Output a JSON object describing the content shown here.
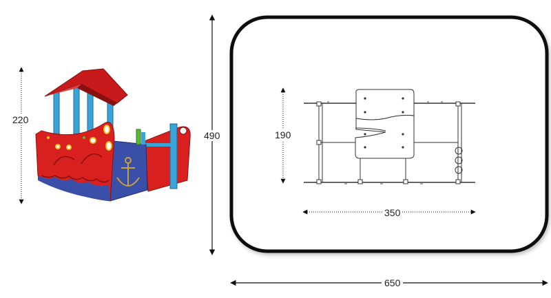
{
  "dimensions": {
    "height_product": "220",
    "overall_depth": "490",
    "plan_depth": "190",
    "plan_width": "350",
    "overall_width": "650"
  },
  "colors": {
    "hull_red": "#d8201e",
    "roof_red": "#c81a1a",
    "panel_blue": "#3a4fa8",
    "post_cyan": "#3aa3d8",
    "accent_yellow": "#e8c020",
    "accent_green": "#5cb83a",
    "outline": "#1a1a1a"
  }
}
